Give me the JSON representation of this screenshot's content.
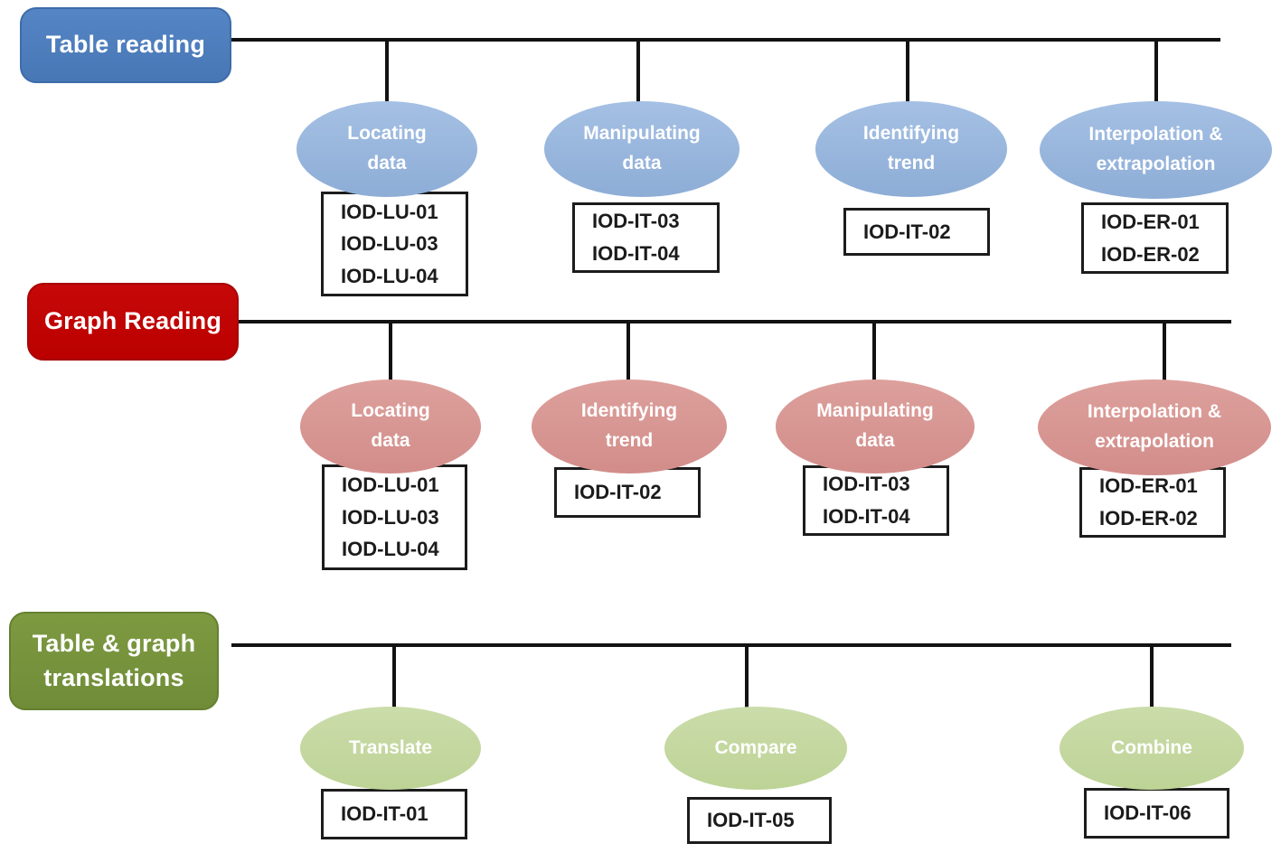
{
  "figure": {
    "title": "Assessment framework diagram: skill categories with sub-skills and item codes",
    "colors": {
      "table_reading_fill": "#4d7ebe",
      "table_reading_node_fill": "#93b2da",
      "graph_reading_fill": "#c00000",
      "graph_reading_node_fill": "#d6928f",
      "translations_fill": "#76923c",
      "translations_node_fill": "#c2d69e",
      "connector": "#121212",
      "code_box_border": "#1c1c1c"
    },
    "rows": [
      {
        "category": {
          "label_lines": [
            "Table reading"
          ]
        },
        "nodes": [
          {
            "lines": [
              "Locating",
              "data"
            ],
            "codes": [
              "IOD-LU-01",
              "IOD-LU-03",
              "IOD-LU-04"
            ]
          },
          {
            "lines": [
              "Manipulating",
              "data"
            ],
            "codes": [
              "IOD-IT-03",
              "IOD-IT-04"
            ]
          },
          {
            "lines": [
              "Identifying",
              "trend"
            ],
            "codes": [
              "IOD-IT-02"
            ]
          },
          {
            "lines": [
              "Interpolation &",
              "extrapolation"
            ],
            "codes": [
              "IOD-ER-01",
              "IOD-ER-02"
            ]
          }
        ]
      },
      {
        "category": {
          "label_lines": [
            "Graph Reading"
          ]
        },
        "nodes": [
          {
            "lines": [
              "Locating",
              "data"
            ],
            "codes": [
              "IOD-LU-01",
              "IOD-LU-03",
              "IOD-LU-04"
            ]
          },
          {
            "lines": [
              "Identifying",
              "trend"
            ],
            "codes": [
              "IOD-IT-02"
            ]
          },
          {
            "lines": [
              "Manipulating",
              "data"
            ],
            "codes": [
              "IOD-IT-03",
              "IOD-IT-04"
            ]
          },
          {
            "lines": [
              "Interpolation &",
              "extrapolation"
            ],
            "codes": [
              "IOD-ER-01",
              "IOD-ER-02"
            ]
          }
        ]
      },
      {
        "category": {
          "label_lines": [
            "Table & graph",
            "translations"
          ]
        },
        "nodes": [
          {
            "lines": [
              "Translate"
            ],
            "codes": [
              "IOD-IT-01"
            ]
          },
          {
            "lines": [
              "Compare"
            ],
            "codes": [
              "IOD-IT-05"
            ]
          },
          {
            "lines": [
              "Combine"
            ],
            "codes": [
              "IOD-IT-06"
            ]
          }
        ]
      }
    ]
  }
}
